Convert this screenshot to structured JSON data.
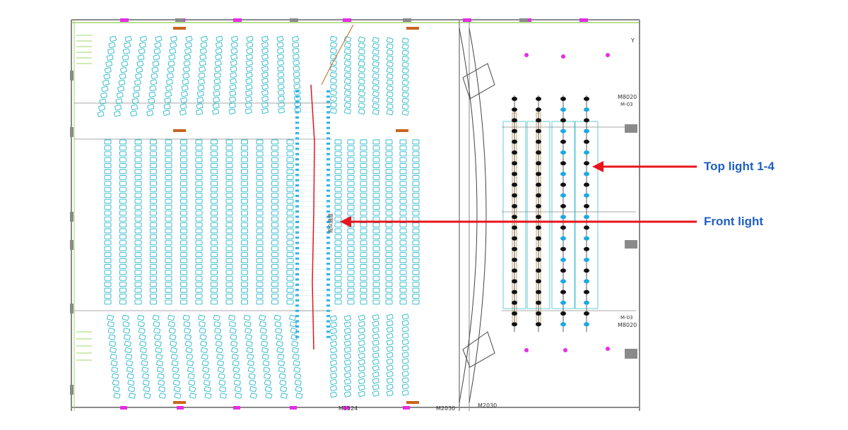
{
  "callouts": {
    "top_light": "Top light 1-4",
    "front_light": "Front light"
  },
  "plan_labels": {
    "door_bottom_1": "M1524",
    "door_bottom_2": "M2030",
    "door_bottom_3": "M2030",
    "door_right_top": "M8020",
    "door_right_top_sub": "M-03",
    "door_right_bottom": "M8020",
    "door_right_bottom_sub": "M-03",
    "aisle_label": "观众通道",
    "right_note": "Y"
  },
  "colors": {
    "callout_text": "#1f5fc4",
    "arrow": "#e8141e",
    "seat": "#27b6c9",
    "wall": "#8a8a8a",
    "wall_green": "#9fd66a",
    "pink_marker": "#e62ce6",
    "orange_text": "#c8641e",
    "light_fixture": "#111111",
    "light_cyan": "#1aa9e6",
    "tan_bar": "#c9a36a"
  }
}
